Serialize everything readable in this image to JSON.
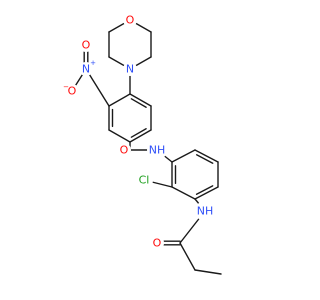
{
  "colors": {
    "bond": "#1a1a1a",
    "O": "#ff0d0d",
    "N": "#3050f8",
    "Cl": "#1fa01f",
    "background": "#ffffff"
  },
  "atoms": {
    "morpholine_o": {
      "symbol": "O",
      "charge": ""
    },
    "morpholine_n": {
      "symbol": "N",
      "charge": ""
    },
    "nitro_n": {
      "symbol": "N",
      "charge": "+"
    },
    "nitro_o_minus": {
      "symbol": "O",
      "charge": "−"
    },
    "nitro_o_double": {
      "symbol": "O",
      "charge": ""
    },
    "amide_o": {
      "symbol": "O",
      "charge": ""
    },
    "amide_n": {
      "symbol": "NH",
      "charge": ""
    },
    "chlorine": {
      "symbol": "Cl",
      "charge": ""
    },
    "propanamide_n": {
      "symbol": "NH",
      "charge": ""
    },
    "propanamide_o": {
      "symbol": "O",
      "charge": ""
    }
  }
}
